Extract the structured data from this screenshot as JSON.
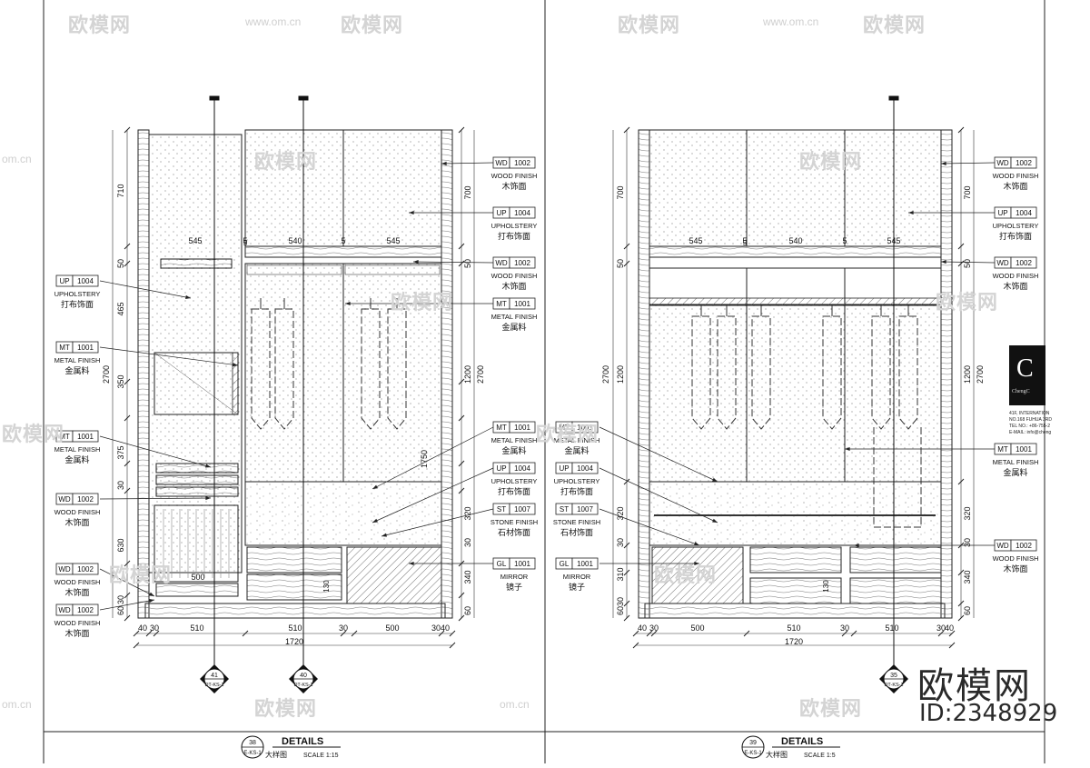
{
  "watermarks": {
    "brand": "欧模网",
    "site": "www.om.cn",
    "site_short": "om.cn",
    "big": "欧模网",
    "id": "ID:2348929"
  },
  "logo": {
    "letter": "C",
    "sub": "ChengC"
  },
  "logo_address": [
    "41F, INTERNATION",
    "NO.168 FUHUA 3RD",
    "TEL NO.: +86-755-2",
    "E-MAIL: info@cheng"
  ],
  "left_drawing": {
    "title": "DETAILS",
    "subtitle": "大样图",
    "scale": "SCALE 1:15",
    "ref_num": "38",
    "ref_sheet": "E-KS-1",
    "section_a": {
      "num": "41",
      "sheet": "DT-KS-1"
    },
    "section_b": {
      "num": "40",
      "sheet": "DT-KS-1"
    },
    "left_dims": [
      "710",
      "50",
      "465",
      "350",
      "375",
      "30",
      "630",
      "30",
      "60"
    ],
    "overall_height": "2700",
    "right_dims": [
      "700",
      "50",
      "1200",
      "320",
      "30",
      "340",
      "60"
    ],
    "right_overall": "2700",
    "inner_dim": "1750",
    "shelf_dims": [
      "545",
      "5",
      "540",
      "5",
      "545"
    ],
    "bottom_dims": [
      "40",
      "30",
      "510",
      "510",
      "30",
      "500",
      "30",
      "40"
    ],
    "total_width": "1720",
    "small_dims": [
      "500",
      "130",
      "5"
    ],
    "callouts_left": [
      {
        "code": "UP",
        "num": "1004",
        "en": "UPHOLSTERY",
        "cn": "打布饰面"
      },
      {
        "code": "MT",
        "num": "1001",
        "en": "METAL FINISH",
        "cn": "金属料"
      },
      {
        "code": "MT",
        "num": "1001",
        "en": "METAL FINISH",
        "cn": "金属料"
      },
      {
        "code": "WD",
        "num": "1002",
        "en": "WOOD FINISH",
        "cn": "木饰面"
      },
      {
        "code": "WD",
        "num": "1002",
        "en": "WOOD FINISH",
        "cn": "木饰面"
      },
      {
        "code": "WD",
        "num": "1002",
        "en": "WOOD FINISH",
        "cn": "木饰面"
      }
    ],
    "callouts_right": [
      {
        "code": "WD",
        "num": "1002",
        "en": "WOOD FINISH",
        "cn": "木饰面"
      },
      {
        "code": "UP",
        "num": "1004",
        "en": "UPHOLSTERY",
        "cn": "打布饰面"
      },
      {
        "code": "WD",
        "num": "1002",
        "en": "WOOD FINISH",
        "cn": "木饰面"
      },
      {
        "code": "MT",
        "num": "1001",
        "en": "METAL FINISH",
        "cn": "金属料"
      },
      {
        "code": "MT",
        "num": "1001",
        "en": "METAL FINISH",
        "cn": "金属料"
      },
      {
        "code": "UP",
        "num": "1004",
        "en": "UPHOLSTERY",
        "cn": "打布饰面"
      },
      {
        "code": "ST",
        "num": "1007",
        "en": "STONE FINISH",
        "cn": "石材饰面"
      },
      {
        "code": "GL",
        "num": "1001",
        "en": "MIRROR",
        "cn": "镜子"
      }
    ]
  },
  "right_drawing": {
    "title": "DETAILS",
    "subtitle": "大样图",
    "scale": "SCALE 1:5",
    "ref_num": "39",
    "ref_sheet": "E-KS-1",
    "section": {
      "num": "35",
      "sheet": "DT-KS-1"
    },
    "left_dims": [
      "700",
      "50",
      "1200",
      "320",
      "30",
      "310",
      "30",
      "60"
    ],
    "overall_height": "2700",
    "right_dims": [
      "700",
      "50",
      "1200",
      "320",
      "30",
      "340",
      "60"
    ],
    "right_overall": "2700",
    "shelf_dims": [
      "545",
      "5",
      "540",
      "5",
      "545"
    ],
    "bottom_dims": [
      "40",
      "30",
      "500",
      "510",
      "30",
      "510",
      "30",
      "40"
    ],
    "total_width": "1720",
    "small_dims": [
      "130",
      "5"
    ],
    "callouts_left": [
      {
        "code": "MT",
        "num": "1001",
        "en": "METAL FINISH",
        "cn": "金属料"
      },
      {
        "code": "UP",
        "num": "1004",
        "en": "UPHOLSTERY",
        "cn": "打布饰面"
      },
      {
        "code": "ST",
        "num": "1007",
        "en": "STONE FINISH",
        "cn": "石材饰面"
      },
      {
        "code": "GL",
        "num": "1001",
        "en": "MIRROR",
        "cn": "镜子"
      }
    ],
    "callouts_right": [
      {
        "code": "WD",
        "num": "1002",
        "en": "WOOD FINISH",
        "cn": "木饰面"
      },
      {
        "code": "UP",
        "num": "1004",
        "en": "UPHOLSTERY",
        "cn": "打布饰面"
      },
      {
        "code": "WD",
        "num": "1002",
        "en": "WOOD FINISH",
        "cn": "木饰面"
      },
      {
        "code": "MT",
        "num": "1001",
        "en": "METAL FINISH",
        "cn": "金属料"
      },
      {
        "code": "WD",
        "num": "1002",
        "en": "WOOD FINISH",
        "cn": "木饰面"
      }
    ]
  }
}
